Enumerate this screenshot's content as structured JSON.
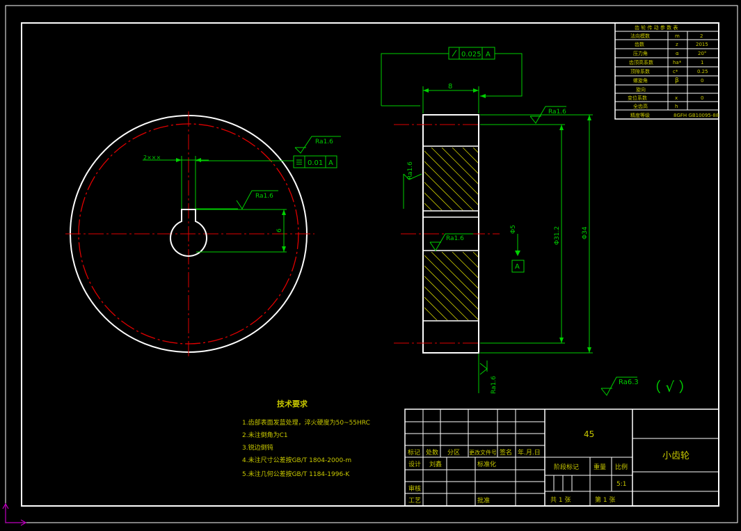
{
  "colors": {
    "background": "#000000",
    "outline": "#ffffff",
    "dimension": "#00d000",
    "centerline": "#e00000",
    "text_yellow": "#c8c800",
    "axis": "#c000c0"
  },
  "dims": {
    "keyway_width": "2×××",
    "keyway_depth": "6",
    "hub_width": "8",
    "flatness_tol": "0.01",
    "flatness_datum": "A",
    "runout_tol": "0.025",
    "runout_datum": "A",
    "bore": "Φ5",
    "datum": "A",
    "pitch_dia": "Φ31.2",
    "outer_dia": "Φ34"
  },
  "roughness": {
    "keyway_top": "Ra1.6",
    "keyway_side": "Ra1.6",
    "rim": "Ra1.6",
    "left_face": "Ra1.6",
    "bore": "Ra1.6",
    "bottom": "Ra1.6",
    "general": "Ra6.3",
    "general_mark": "（ √ ）"
  },
  "param_table": {
    "title": "齿 轮 传 动 参 数 表",
    "rows": [
      {
        "label": "法向模数",
        "sym": "m",
        "val": "2"
      },
      {
        "label": "齿数",
        "sym": "z",
        "val": "2015"
      },
      {
        "label": "压力角",
        "sym": "α",
        "val": "20°"
      },
      {
        "label": "齿顶高系数",
        "sym": "ha*",
        "val": "1"
      },
      {
        "label": "顶隙系数",
        "sym": "c*",
        "val": "0.25"
      },
      {
        "label": "螺旋角",
        "sym": "β",
        "val": "0"
      },
      {
        "label": "旋向",
        "sym": "",
        "val": ""
      },
      {
        "label": "变位系数",
        "sym": "x",
        "val": "0"
      },
      {
        "label": "全齿高",
        "sym": "h",
        "val": ""
      },
      {
        "label": "精度等级",
        "sym": "",
        "val": "8GFH GB10095-88"
      }
    ]
  },
  "tech_req": {
    "title": "技术要求",
    "items": [
      "1.齿部表面发蓝处理，淬火硬度为50~55HRC",
      "2.未注倒角为C1",
      "3.锐边倒钝",
      "4.未注尺寸公差按GB/T 1804-2000-m",
      "5.未注几何公差按GB/T 1184-1996-K"
    ]
  },
  "title_block": {
    "material": "45",
    "part_name": "小齿轮",
    "h_mark": "标记",
    "h_count": "处数",
    "h_zone": "分区",
    "h_docno": "更改文件号",
    "h_sign": "签名",
    "h_date": "年.月.日",
    "design": "设计",
    "designer": "刘鑫",
    "std": "标准化",
    "stage": "阶段标记",
    "weight": "重量",
    "scale_label": "比例",
    "scale": "5:1",
    "review": "审核",
    "process": "工艺",
    "approve": "批准",
    "sheets": "共 1 张",
    "sheet_no": "第 1 张"
  }
}
